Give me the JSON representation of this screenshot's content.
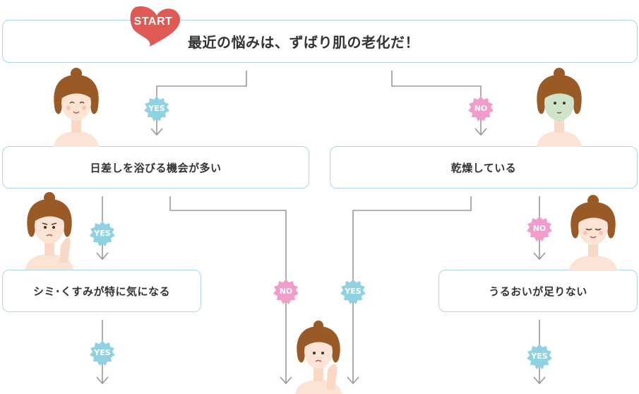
{
  "start": {
    "label": "START",
    "question": "最近の悩みは、ずばり肌の老化だ！"
  },
  "nodes": {
    "sun": "日差しを浴びる機会が多い",
    "dry": "乾燥している",
    "spots": "シミ･くすみが特に気になる",
    "moisture": "うるおいが足りない"
  },
  "labels": {
    "yes": "YES",
    "no": "NO"
  },
  "colors": {
    "yes": "#8fd3e2",
    "no": "#f19ccb",
    "start": "#e05a55",
    "border": "#a9d7e9",
    "line": "#999999"
  }
}
